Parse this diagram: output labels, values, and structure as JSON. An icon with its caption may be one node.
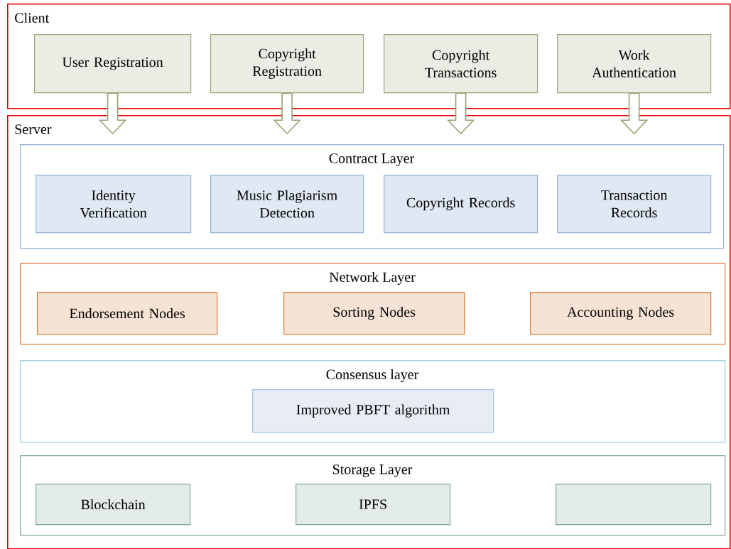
{
  "diagram": {
    "nodes": [
      {
        "text": [
          "Client"
        ]
      },
      {
        "text": [
          "User Registration"
        ],
        "in": 0
      },
      {
        "text": [
          "Copyright Registration"
        ],
        "in": 0
      },
      {
        "text": [
          "Copyright Transactions"
        ],
        "in": 0
      },
      {
        "text": [
          "Work Authentication"
        ],
        "in": 0
      },
      {
        "text": [
          "Server"
        ]
      },
      {
        "text": [
          "Contract Layer"
        ],
        "in": 5
      },
      {
        "text": [
          "Identity Verification"
        ],
        "in": 6
      },
      {
        "text": [
          "Music Plagiarism Detection"
        ],
        "in": 6
      },
      {
        "text": [
          "Copyright Records"
        ],
        "in": 6
      },
      {
        "text": [
          "Transaction Records"
        ],
        "in": 6
      },
      {
        "text": [
          "Network Layer"
        ],
        "in": 5
      },
      {
        "text": [
          "Endorsement Nodes"
        ],
        "in": 11
      },
      {
        "text": [
          "Sorting Nodes"
        ],
        "in": 11
      },
      {
        "text": [
          "Accounting Nodes"
        ],
        "in": 11
      },
      {
        "text": [
          "Consensus layer"
        ],
        "in": 5
      },
      {
        "text": [
          "Improved PBFT algorithm"
        ],
        "in": 15
      },
      {
        "text": [
          "Storage Layer"
        ],
        "in": 5
      },
      {
        "text": [
          "Blockchain"
        ],
        "in": 17
      },
      {
        "text": [
          "IPFS"
        ],
        "in": 17
      },
      {
        "text": [],
        "shape": "box",
        "in": 17
      }
    ],
    "edges": [
      {
        "from": 1,
        "to": 5,
        "arrow": "to"
      },
      {
        "from": 2,
        "to": 5,
        "arrow": "to"
      },
      {
        "from": 3,
        "to": 5,
        "arrow": "to"
      },
      {
        "from": 4,
        "to": 5,
        "arrow": "to"
      }
    ]
  }
}
